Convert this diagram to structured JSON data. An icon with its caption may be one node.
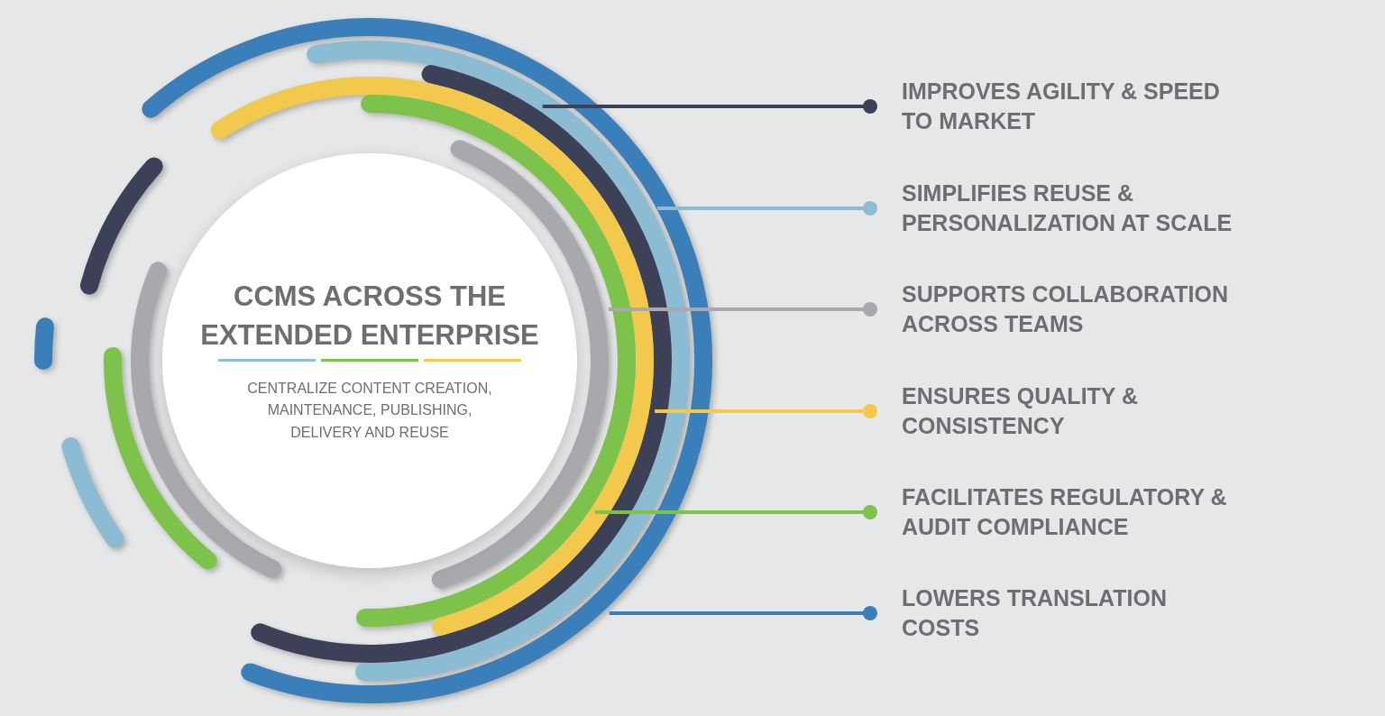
{
  "diagram": {
    "nodes": [
      {
        "text": [
          "CCMS ACROSS THE EXTENDED ENTERPRISE",
          "CENTRALIZE CONTENT CREATION, MAINTENANCE, PUBLISHING, DELIVERY AND REUSE"
        ]
      },
      {
        "text": [
          "IMPROVES AGILITY & SPEED TO MARKET"
        ]
      },
      {
        "text": [
          "SIMPLIFIES REUSE & PERSONALIZATION AT SCALE"
        ]
      },
      {
        "text": [
          "SUPPORTS COLLABORATION ACROSS TEAMS"
        ]
      },
      {
        "text": [
          "ENSURES QUALITY & CONSISTENCY"
        ]
      },
      {
        "text": [
          "FACILITATES REGULATORY & AUDIT COMPLIANCE"
        ]
      },
      {
        "text": [
          "LOWERS TRANSLATION COSTS"
        ]
      }
    ],
    "edges": [
      {
        "from": 1,
        "to": null,
        "arrow": "other",
        "color": "#3d4157"
      },
      {
        "from": 2,
        "to": null,
        "arrow": "other",
        "color": "#8bbcd3"
      },
      {
        "from": 3,
        "to": null,
        "arrow": "other",
        "color": "#a7a9ac"
      },
      {
        "from": 4,
        "to": null,
        "arrow": "other",
        "color": "#f2c94c"
      },
      {
        "from": 5,
        "to": null,
        "arrow": "other",
        "color": "#7dc24b"
      },
      {
        "from": 6,
        "to": null,
        "arrow": "other",
        "color": "#3a7fb9"
      }
    ]
  }
}
